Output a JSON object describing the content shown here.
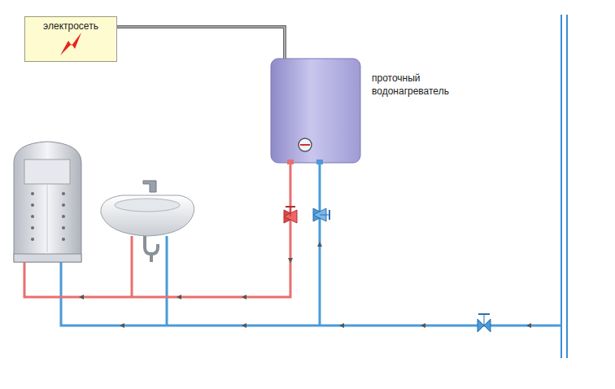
{
  "diagram": {
    "nodes": [
      {
        "text": [
          "электросеть"
        ]
      },
      {
        "text": [
          "проточный водонагреватель"
        ]
      }
    ],
    "edges": [
      {
        "from": 0,
        "to": 1,
        "arrow": "none"
      }
    ]
  }
}
